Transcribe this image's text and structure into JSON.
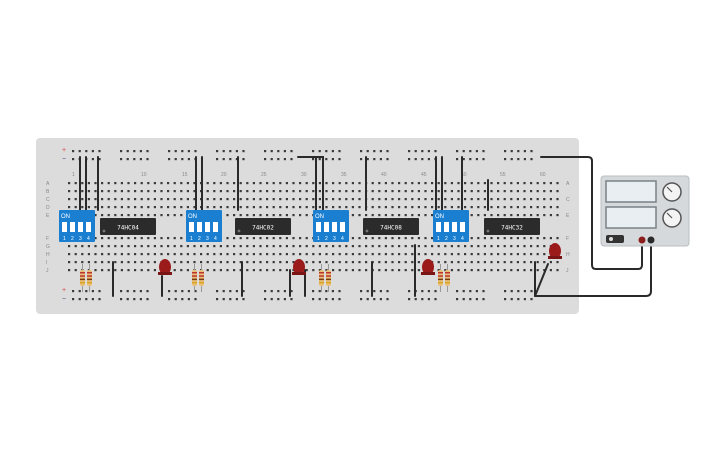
{
  "breadboard": {
    "column_numbers": [
      "1",
      "10",
      "15",
      "20",
      "25",
      "30",
      "35",
      "40",
      "45",
      "50",
      "55",
      "60"
    ],
    "row_letters_top": [
      "A",
      "B",
      "C",
      "D",
      "E"
    ],
    "row_letters_bottom": [
      "F",
      "G",
      "H",
      "I",
      "J"
    ],
    "rail_plus": "+",
    "rail_minus": "−"
  },
  "dip_switches": [
    {
      "on_label": "ON",
      "pins": [
        "1",
        "2",
        "3",
        "4"
      ]
    },
    {
      "on_label": "ON",
      "pins": [
        "1",
        "2",
        "3",
        "4"
      ]
    },
    {
      "on_label": "ON",
      "pins": [
        "1",
        "2",
        "3",
        "4"
      ]
    },
    {
      "on_label": "ON",
      "pins": [
        "1",
        "2",
        "3",
        "4"
      ]
    }
  ],
  "chips": [
    "74HC04",
    "74HC02",
    "74HC08",
    "74HC32"
  ],
  "power_supply": {
    "display_color": "#e9eef2"
  },
  "colors": {
    "board": "#dcdcdc",
    "dip": "#1a7fd0",
    "chip": "#2b2b2b",
    "led": "#9b1b1b",
    "wire": "#2a2a2a",
    "plus_rail": "#d44",
    "minus_rail": "#447"
  }
}
